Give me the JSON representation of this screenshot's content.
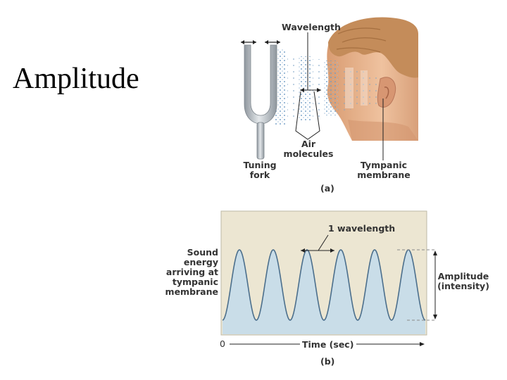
{
  "slide": {
    "title": "Amplitude"
  },
  "panel_a": {
    "wavelength": "Wavelength",
    "air_molecules": [
      "Air",
      "molecules"
    ],
    "tuning_fork": [
      "Tuning",
      "fork"
    ],
    "tympanic_membrane": [
      "Tympanic",
      "membrane"
    ],
    "panel_label": "(a)"
  },
  "panel_b": {
    "one_wavelength": "1 wavelength",
    "sound_energy": [
      "Sound",
      "energy",
      "arriving at",
      "tympanic",
      "membrane"
    ],
    "amplitude": [
      "Amplitude",
      "(intensity)"
    ],
    "zero": "0",
    "time_axis": "Time (sec)",
    "panel_label": "(b)"
  },
  "colors": {
    "plot_bg": "#ece6d2",
    "wave_fill": "#c9dde8",
    "wave_line": "#4c6f8c",
    "particle_blue": "#7fa6c8",
    "skin": "#e8b48a",
    "hair": "#c08a58",
    "fork_metal": "#bcc3c9"
  }
}
